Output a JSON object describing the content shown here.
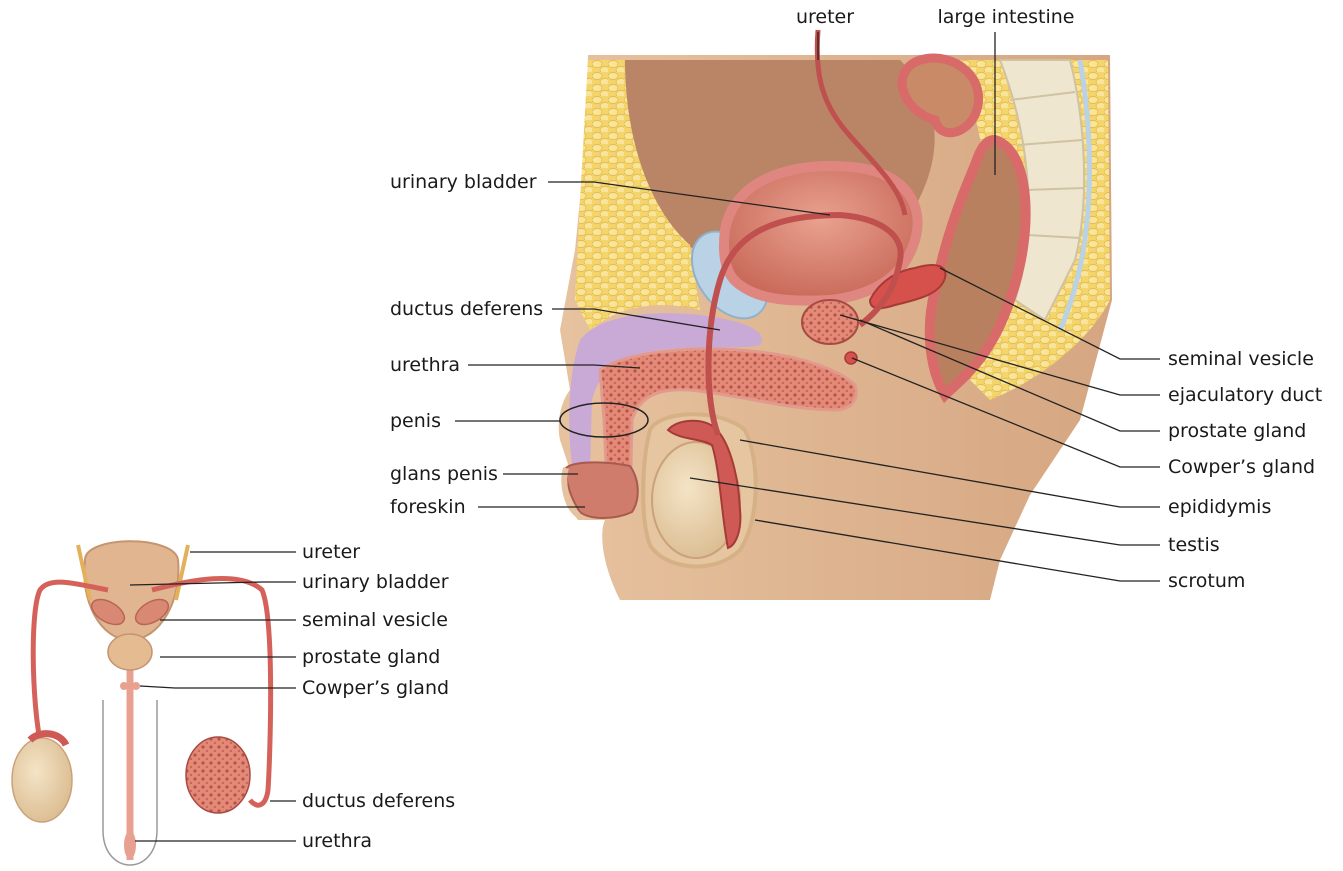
{
  "diagram": {
    "sagittal_labels": {
      "ureter": "ureter",
      "large_intestine": "large intestine",
      "urinary_bladder": "urinary bladder",
      "ductus_deferens": "ductus deferens",
      "urethra": "urethra",
      "penis": "penis",
      "glans_penis": "glans penis",
      "foreskin": "foreskin",
      "seminal_vesicle": "seminal vesicle",
      "ejaculatory_duct": "ejaculatory duct",
      "prostate_gland": "prostate gland",
      "cowpers_gland": "Cowper’s gland",
      "epididymis": "epididymis",
      "testis": "testis",
      "scrotum": "scrotum"
    },
    "frontal_labels": {
      "ureter": "ureter",
      "urinary_bladder": "urinary bladder",
      "seminal_vesicle": "seminal vesicle",
      "prostate_gland": "prostate gland",
      "cowpers_gland": "Cowper’s gland",
      "ductus_deferens": "ductus deferens",
      "urethra": "urethra"
    },
    "colors": {
      "skin": "#e7c29f",
      "skin_shadow": "#c99877",
      "fat": "#f3d56c",
      "fat_dark": "#e2b441",
      "organ_pink": "#e98f8c",
      "organ_red": "#c8585a",
      "duct_red": "#c0504d",
      "bladder": "#d97b6c",
      "erectile_purple": "#c9a9d6",
      "testis": "#ead4b0",
      "bone": "#efe6cf",
      "cartilage_blue": "#b9d2e6",
      "leader_line": "#222222"
    }
  }
}
